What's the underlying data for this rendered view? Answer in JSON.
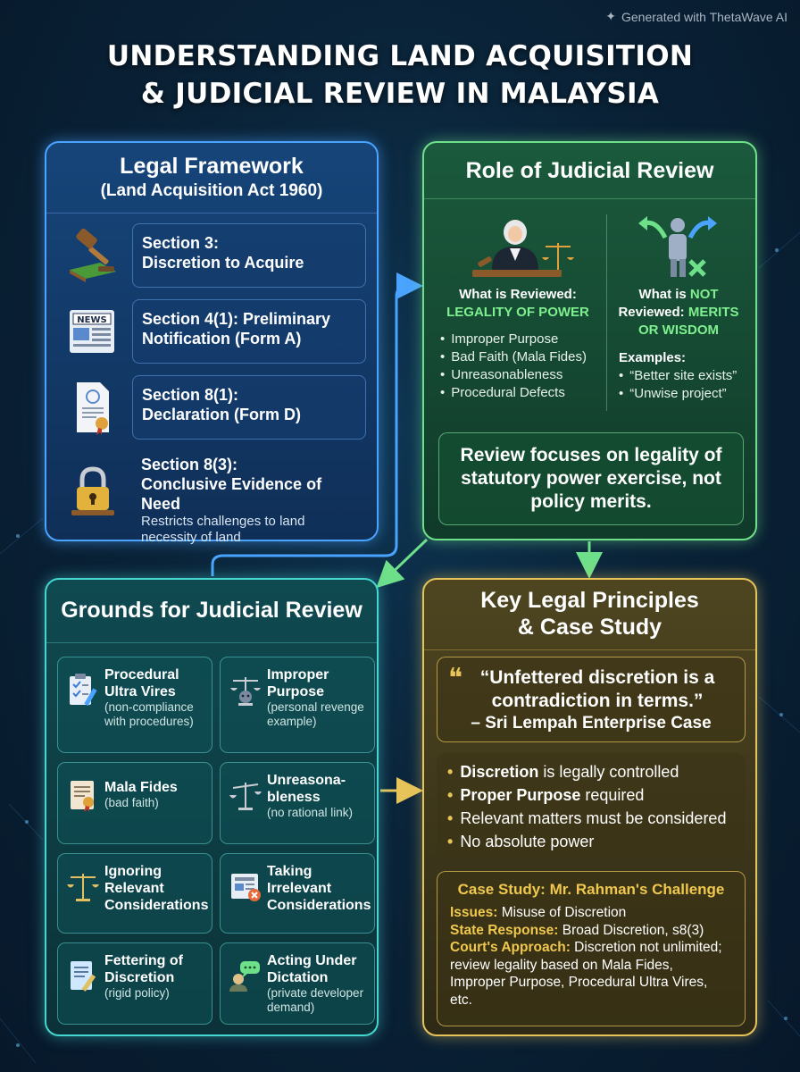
{
  "watermark": "Generated with ThetaWave AI",
  "title_line1": "UNDERSTANDING LAND ACQUISITION",
  "title_line2": "& JUDICIAL REVIEW IN MALAYSIA",
  "legal_framework": {
    "title": "Legal Framework",
    "subtitle": "(Land Acquisition Act 1960)",
    "sections": [
      {
        "title": "Section 3:",
        "title2": "Discretion to Acquire",
        "sub": "",
        "icon": "gavel-icon"
      },
      {
        "title": "Section 4(1): Preliminary",
        "title2": "Notification (Form A)",
        "sub": "",
        "icon": "newspaper-icon"
      },
      {
        "title": "Section 8(1):",
        "title2": "Declaration (Form D)",
        "sub": "",
        "icon": "document-seal-icon"
      },
      {
        "title": "Section 8(3):",
        "title2": "Conclusive Evidence of Need",
        "sub": "Restricts challenges to land necessity of land",
        "icon": "padlock-icon"
      }
    ],
    "news_label": "NEWS"
  },
  "judicial_review": {
    "title": "Role of Judicial Review",
    "reviewed_label": "What is Reviewed:",
    "reviewed_value": "LEGALITY OF POWER",
    "reviewed_items": [
      "Improper Purpose",
      "Bad Faith (Mala Fides)",
      "Unreasonableness",
      "Procedural Defects"
    ],
    "not_reviewed_label1": "What is",
    "not_reviewed_not": "NOT",
    "not_reviewed_label2": "Reviewed:",
    "not_reviewed_value1": "MERITS",
    "not_reviewed_value2": "OR WISDOM",
    "examples_label": "Examples:",
    "examples": [
      "“Better site exists”",
      "“Unwise project”"
    ],
    "summary": "Review focuses on legality of statutory power exercise, not policy merits."
  },
  "grounds": {
    "title": "Grounds for Judicial Review",
    "cards": [
      {
        "title": "Procedural Ultra Vires",
        "sub": "(non-compliance with procedures)",
        "icon": "clipboard-pen-icon"
      },
      {
        "title": "Improper Purpose",
        "sub": "(personal revenge example)",
        "icon": "scales-mask-icon"
      },
      {
        "title": "Mala Fides",
        "sub": "(bad faith)",
        "icon": "document-seal-icon"
      },
      {
        "title": "Unreasona-bleness",
        "sub": "(no rational link)",
        "icon": "scales-icon"
      },
      {
        "title": "Ignoring Relevant Considerations",
        "sub": "",
        "icon": "scales-icon"
      },
      {
        "title": "Taking Irrelevant Considerations",
        "sub": "",
        "icon": "newspaper-x-icon"
      },
      {
        "title": "Fettering of Discretion",
        "sub": "(rigid policy)",
        "icon": "document-pen-icon"
      },
      {
        "title": "Acting Under Dictation",
        "sub": "(private developer demand)",
        "icon": "speech-person-icon"
      }
    ]
  },
  "principles": {
    "title_line1": "Key Legal Principles",
    "title_line2": "& Case Study",
    "quote": "“Unfettered discretion is a contradiction in terms.”",
    "quote_cite": "– Sri Lempah Enterprise Case",
    "items": [
      {
        "bold": "Discretion",
        "rest": " is legally controlled"
      },
      {
        "bold": "Proper Purpose",
        "rest": " required"
      },
      {
        "bold": "",
        "rest": "Relevant matters must be considered"
      },
      {
        "bold": "",
        "rest": "No absolute power"
      }
    ],
    "case_title": "Case Study: Mr. Rahman's Challenge",
    "case_lines": [
      {
        "key": "Issues:",
        "value": " Misuse of Discretion"
      },
      {
        "key": "State Response:",
        "value": " Broad Discretion, s8(3)"
      },
      {
        "key": "Court's Approach:",
        "value": " Discretion not unlimited; review legality based on Mala Fides, Improper Purpose, Procedural Ultra Vires, etc."
      }
    ]
  },
  "colors": {
    "blue": "#4aa3ff",
    "green": "#6fe08a",
    "teal": "#45d6d0",
    "gold": "#e6c45a"
  }
}
